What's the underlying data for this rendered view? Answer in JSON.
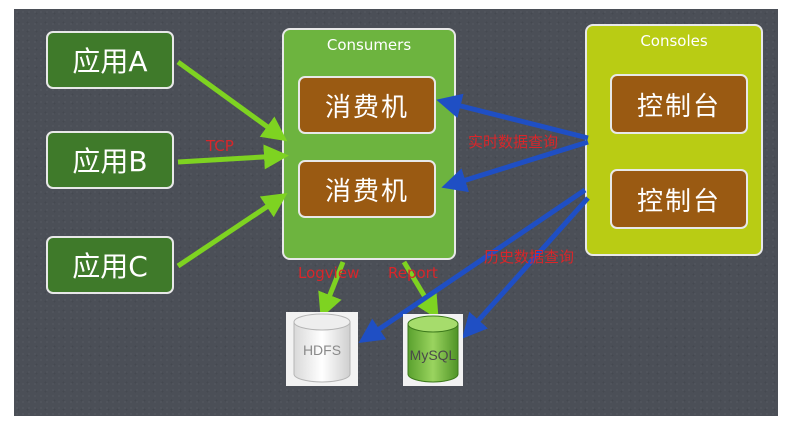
{
  "apps": [
    {
      "label": "应用A"
    },
    {
      "label": "应用B"
    },
    {
      "label": "应用C"
    }
  ],
  "consumers": {
    "title": "Consumers",
    "nodes": [
      {
        "label": "消费机"
      },
      {
        "label": "消费机"
      }
    ]
  },
  "consoles": {
    "title": "Consoles",
    "nodes": [
      {
        "label": "控制台"
      },
      {
        "label": "控制台"
      }
    ]
  },
  "edges": {
    "tcp": "TCP",
    "realtime_query": "实时数据查询",
    "history_query": "历史数据查询",
    "logview": "Logview",
    "report": "Report"
  },
  "storage": {
    "hdfs": "HDFS",
    "mysql": "MySQL"
  },
  "colors": {
    "background": "#4b4f57",
    "app_fill": "#3f7a2a",
    "consumers_fill": "#6db43f",
    "consoles_fill": "#b9cc14",
    "node_fill": "#9a5a12",
    "green_arrow": "#7ed321",
    "blue_arrow": "#1f4fc4",
    "label_red": "#d8262a"
  }
}
